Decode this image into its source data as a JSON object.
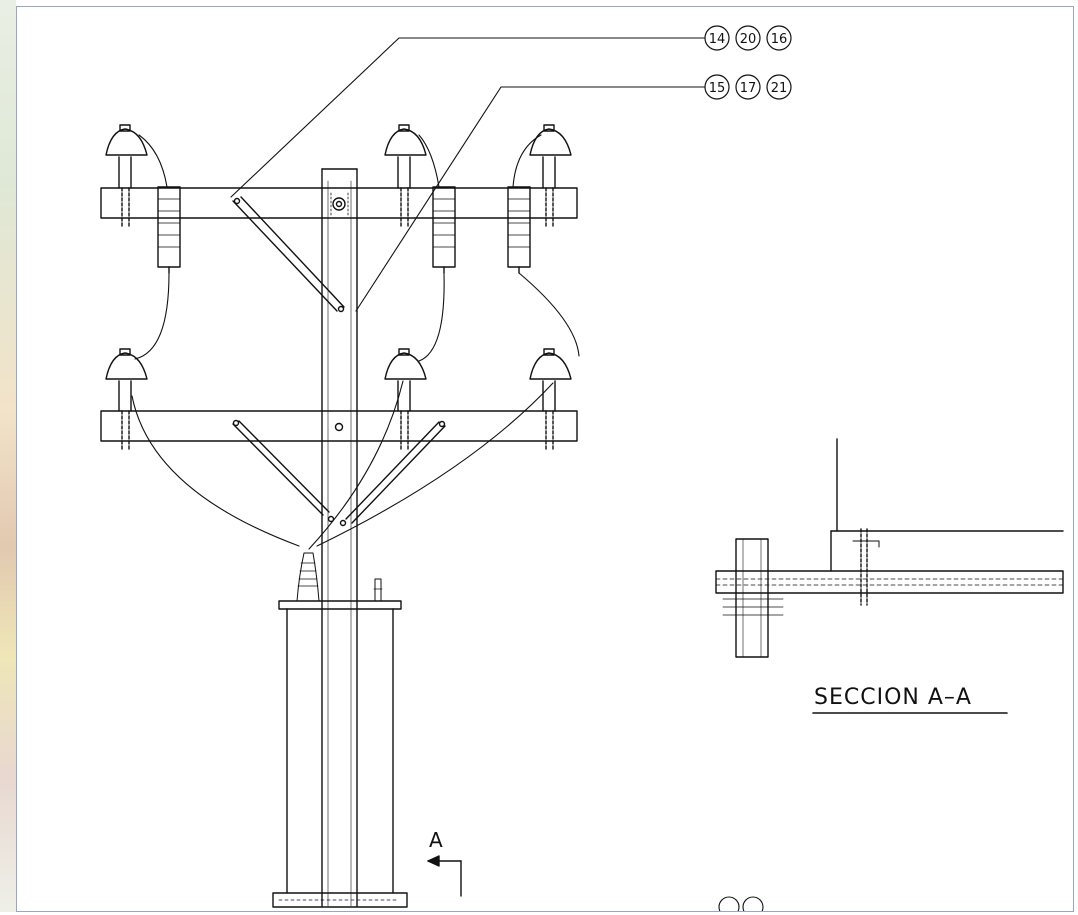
{
  "callouts": {
    "upper": [
      "14",
      "20",
      "16"
    ],
    "lower": [
      "15",
      "17",
      "21"
    ]
  },
  "section": {
    "title": "SECCION A–A",
    "cut_label": "A"
  },
  "colors": {
    "ink": "#111111",
    "border": "#9aa6c4",
    "paper": "#ffffff"
  }
}
